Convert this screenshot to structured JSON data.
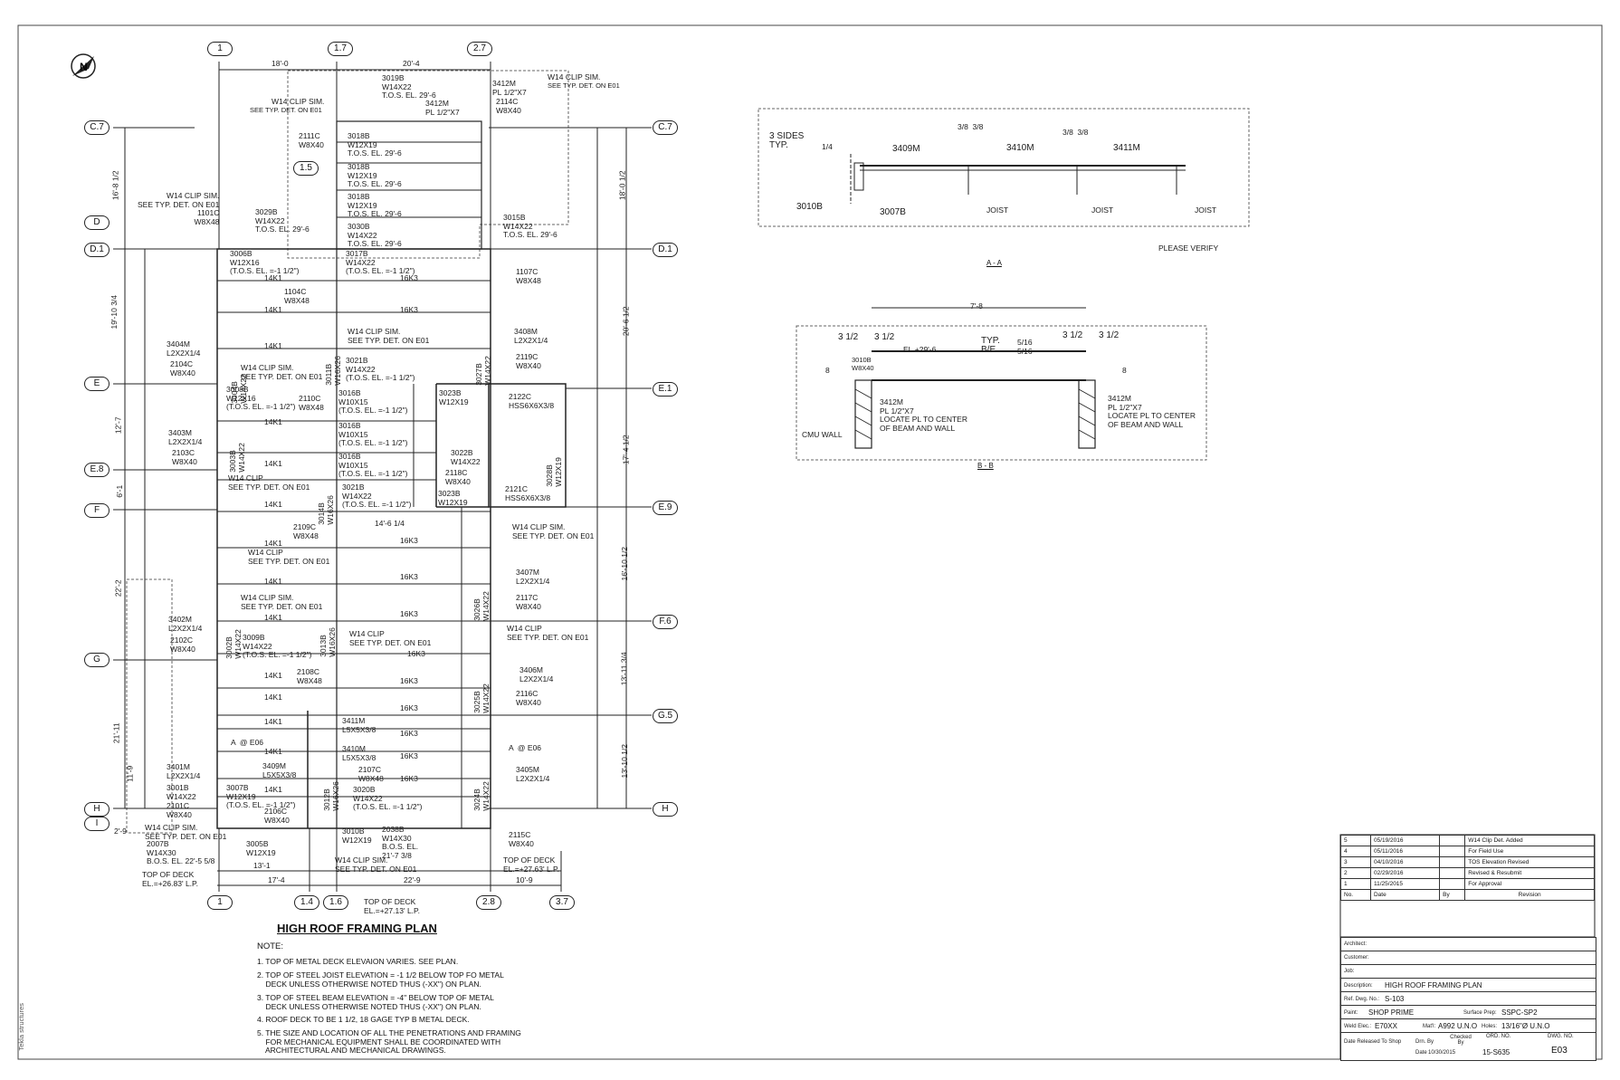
{
  "plan": {
    "title": "HIGH ROOF FRAMING PLAN",
    "grid_top": [
      "1",
      "1.7",
      "2.7"
    ],
    "grid_bottom": [
      "1",
      "1.4",
      "1.6",
      "2.8",
      "3.7"
    ],
    "grid_left": [
      "C.7",
      "D",
      "D.1",
      "E",
      "E.8",
      "F",
      "G",
      "H",
      "I"
    ],
    "grid_left_mid": "1.5",
    "grid_right": [
      "C.7",
      "D.1",
      "E.1",
      "E.9",
      "F.6",
      "G.5",
      "H"
    ],
    "dims_top": [
      "18'-0",
      "20'-4"
    ],
    "dims_bottom": [
      "13'-1",
      "17'-4",
      "22'-9",
      "10'-9"
    ],
    "dims_left": [
      "16'-8 1/2",
      "19'-10 3/4",
      "12'-7",
      "6'-1",
      "22'-2",
      "21'-11",
      "11'-9",
      "2'-9"
    ],
    "dims_right": [
      "18'-0 1/2",
      "20'-6 1/2",
      "17'-4 1/2",
      "16'-10 1/2",
      "13'-11 3/4",
      "13'-10 1/2"
    ],
    "labels": {
      "clip1": "W14 CLIP SIM.",
      "clip1_ref": "SEE TYP. DET. ON E01",
      "clip2": "W14 CLIP SIM.",
      "clip2_ref": "SEE TYP. DET. ON E01",
      "b3019": "3019B\nW14X22\nT.O.S. EL. 29'-6",
      "m3412a": "3412M\nPL 1/2\"X7",
      "m3412b": "3412M\nPL 1/2\"X7",
      "c2114": "2114C\nW8X40",
      "c2111": "2111C\nW8X40",
      "b3018a": "3018B\nW12X19\nT.O.S. EL. 29'-6",
      "b3018b": "3018B\nW12X19\nT.O.S. EL. 29'-6",
      "b3018c": "3018B\nW12X19\nT.O.S. EL. 29'-6",
      "b3030": "3030B\nW14X22\nT.O.S. EL. 29'-6",
      "b3029": "3029B\nW14X22\nT.O.S. EL. 29'-6",
      "clip_1101": "W14 CLIP SIM.\nSEE TYP. DET. ON E01\n1101C\nW8X48",
      "b3015": "3015B\nW14X22\nT.O.S. EL. 29'-6",
      "b3006": "3006B\nW12X16\n(T.O.S. EL. =-1 1/2\")",
      "b3017": "3017B\nW14X22\n(T.O.S. EL. =-1 1/2\")",
      "c1107": "1107C\nW8X48",
      "c1104": "1104C\nW8X48",
      "m3404": "3404M\nL2X2X1/4",
      "c2104": "2104C\nW8X40",
      "b3004": "3004B\nW14X22",
      "clip_e01a": "W14 CLIP SIM.\nSEE TYP. DET. ON E01",
      "clip_e01b": "W14 CLIP SIM.\nSEE TYP. DET. ON E01",
      "b3021a": "3021B\nW14X22\n(T.O.S. EL. =-1 1/2\")",
      "b3011": "3011B\nW16X26",
      "m3408": "3408M\nL2X2X1/4",
      "c2119": "2119C\nW8X40",
      "b3027": "3027B\nW14X22",
      "b3008": "3008B\nW12X16\n(T.O.S. EL. =-1 1/2\")",
      "c2110": "2110C\nW8X48",
      "b3016a": "3016B\nW10X15\n(T.O.S. EL. =-1 1/2\")",
      "b3016b": "3016B\nW10X15\n(T.O.S. EL. =-1 1/2\")",
      "b3016c": "3016B\nW10X15\n(T.O.S. EL. =-1 1/2\")",
      "b3023a": "3023B\nW12X19",
      "c2122": "2122C\nHSS6X6X3/8",
      "m3403": "3403M\nL2X2X1/4",
      "c2103": "2103C\nW8X40",
      "b3003": "3003B\nW14X22",
      "b3022": "3022B\nW14X22",
      "c2118": "2118C\nW8X40",
      "b3023b": "3023B\nW12X19",
      "b3028": "3028B\nW12X19",
      "c2121": "2121C\nHSS6X6X3/8",
      "clip_e01c": "W14 CLIP\nSEE TYP. DET. ON E01",
      "b3014": "3014B\nW16X26",
      "b3021b": "3021B\nW14X22\n(T.O.S. EL. =-1 1/2\")",
      "dim_14_6": "14'-6 1/4",
      "c2109": "2109C\nW8X48",
      "clip_e01d": "W14 CLIP SIM.\nSEE TYP. DET. ON E01",
      "clip_e01e": "W14 CLIP\nSEE TYP. DET. ON E01",
      "m3407": "3407M\nL2X2X1/4",
      "c2117": "2117C\nW8X40",
      "b3026": "3026B\nW14X22",
      "clip_e01f": "W14 CLIP SIM.\nSEE TYP. DET. ON E01",
      "m3402": "3402M\nL2X2X1/4",
      "c2102": "2102C\nW8X40",
      "b3002": "3002B\nW14X22",
      "b3009": "3009B\nW14X22\n(T.O.S. EL. =-1 1/2\")",
      "b3013": "3013B\nW16X26",
      "clip_e01g": "W14 CLIP\nSEE TYP. DET. ON E01",
      "clip_e01h": "W14 CLIP\nSEE TYP. DET. ON E01",
      "c2108": "2108C\nW8X48",
      "m3406": "3406M\nL2X2X1/4",
      "c2116": "2116C\nW8X40",
      "b3025": "3025B\nW14X22",
      "m3411": "3411M\nL5X5X3/8",
      "m3410": "3410M\nL5X5X3/8",
      "m3409": "3409M\nL5X5X3/8",
      "m3401": "3401M\nL2X2X1/4",
      "b3001": "3001B\nW14X22",
      "c2101": "2101C\nW8X40",
      "b3007": "3007B\nW12X19\n(T.O.S. EL. =-1 1/2\")",
      "c2107": "2107C\nW8X48",
      "b3020": "3020B\nW14X22\n(T.O.S. EL. =-1 1/2\")",
      "b3012": "3012B\nW16X26",
      "m3405": "3405M\nL2X2X1/4",
      "b3024": "3024B\nW14X22",
      "c2106": "2106C\nW8X40",
      "clip_bot": "W14 CLIP SIM.\nSEE TYP. DET. ON E01",
      "b2007": "2007B\nW14X30\nB.O.S. EL. 22'-5 5/8",
      "b3005": "3005B\nW12X19",
      "b3010": "3010B\nW12X19",
      "b2038": "2038B\nW14X30\nB.O.S. EL.\n21'-7 3/8",
      "c2115": "2115C\nW8X40",
      "clip_bot2": "W14 CLIP SIM.\nSEE TYP. DET. ON E01",
      "deck1": "TOP OF DECK\nEL.=+26.83' L.P.",
      "deck2": "TOP OF DECK\nEL.=+27.13' L.P.",
      "deck3": "TOP OF DECK\nEL.=+27.63' L.P.",
      "sec_a_ref1": "A  @ E06",
      "sec_a_ref2": "A  @ E06",
      "joist_14k1": "14K1",
      "joist_16k3": "16K3"
    },
    "notes_heading": "NOTE:",
    "notes": [
      "1. TOP OF METAL DECK ELEVAION VARIES. SEE PLAN.",
      "2. TOP OF STEEL JOIST ELEVATION = -1 1/2 BELOW TOP FO METAL\n    DECK UNLESS OTHERWISE NOTED THUS (-XX\") ON PLAN.",
      "3. TOP OF STEEL BEAM ELEVATION = -4\" BELOW TOP OF METAL\n    DECK UNLESS OTHERWISE NOTED THUS (-XX\") ON PLAN.",
      "4. ROOF DECK TO BE 1 1/2, 18 GAGE TYP B METAL DECK.",
      "5. THE SIZE AND LOCATION OF ALL THE PENETRATIONS AND FRAMING\n    FOR MECHANICAL EQUIPMENT SHALL BE COORDINATED WITH\n    ARCHITECTURAL AND MECHANICAL DRAWINGS."
    ]
  },
  "section_aa": {
    "label": "A - A",
    "three_sides": "3 SIDES\nTYP.",
    "weld1": "1/4",
    "weld_top": "3/8  3/8",
    "m3409": "3409M",
    "m3410": "3410M",
    "m3411": "3411M",
    "b3010": "3010B",
    "b3007": "3007B",
    "joist": "JOIST",
    "verify": "PLEASE VERIFY"
  },
  "section_bb": {
    "label": "B - B",
    "dim_top": "7'-8",
    "d312a": "3 1/2",
    "d312b": "3 1/2",
    "d312c": "3 1/2",
    "d312d": "3 1/2",
    "el": "EL.+29'-6",
    "typ": "TYP.\nB/E",
    "weld": "5/16\n5/16",
    "b3010": "3010B\nW8X40",
    "eight_a": "8",
    "eight_b": "8",
    "m3412a": "3412M\nPL 1/2\"X7\nLOCATE PL TO CENTER\nOF BEAM AND WALL",
    "m3412b": "3412M\nPL 1/2\"X7\nLOCATE PL TO CENTER\nOF BEAM AND WALL",
    "cmu": "CMU WALL"
  },
  "revisions": {
    "rows": [
      {
        "no": "5",
        "date": "05/19/2016",
        "by": "",
        "desc": "W14 Clip Det. Added"
      },
      {
        "no": "4",
        "date": "05/11/2016",
        "by": "",
        "desc": "For Field Use"
      },
      {
        "no": "3",
        "date": "04/10/2016",
        "by": "",
        "desc": "TOS Elevation Revised"
      },
      {
        "no": "2",
        "date": "02/29/2016",
        "by": "",
        "desc": "Revised & Resubmit"
      },
      {
        "no": "1",
        "date": "11/25/2015",
        "by": "",
        "desc": "For Approval"
      }
    ],
    "headers": {
      "no": "No.",
      "date": "Date",
      "by": "By",
      "desc": "Revision"
    }
  },
  "title_block": {
    "architect_cap": "Architect:",
    "customer_cap": "Customer:",
    "job_cap": "Job:",
    "description_cap": "Description:",
    "description": "HIGH ROOF FRAMING PLAN",
    "ref_cap": "Ref. Dwg. No.:",
    "ref": "S-103",
    "paint_cap": "Paint:",
    "paint": "SHOP PRIME",
    "surface_cap": "Surface Prep:",
    "surface": "SSPC-SP2",
    "weld_cap": "Weld Elec.:",
    "weld": "E70XX",
    "matl_cap": "Mat'l:",
    "matl": "A992 U.N.O",
    "holes_cap": "Holes:",
    "holes": "13/16\"Ø U.N.O",
    "released_cap": "Date Released To Shop",
    "drn_cap": "Drn. By",
    "checked_cap": "Checked By",
    "date_cap": "Date",
    "date": "10/30/2015",
    "ord_cap": "ORD. NO.",
    "ord": "15-S635",
    "dwg_cap": "DWG. NO.",
    "dwg": "E03"
  },
  "side_text": "Tekla structures"
}
